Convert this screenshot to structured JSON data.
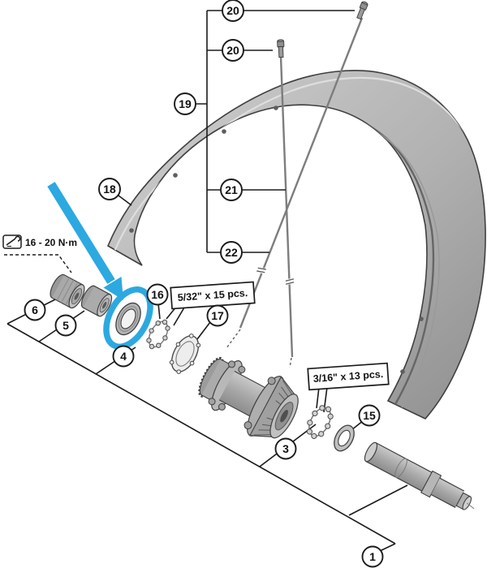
{
  "diagram": {
    "type": "exploded-parts-diagram",
    "torque_label": "16 - 20 N·m",
    "ball_spec_small": "5/32\" x 15 pcs.",
    "ball_spec_large": "3/16\" x 13 pcs.",
    "highlight_color": "#2CA9E1",
    "callouts": [
      {
        "id": "20-top",
        "label": "20"
      },
      {
        "id": "20-mid",
        "label": "20"
      },
      {
        "id": "19",
        "label": "19"
      },
      {
        "id": "18",
        "label": "18"
      },
      {
        "id": "21",
        "label": "21"
      },
      {
        "id": "22",
        "label": "22"
      },
      {
        "id": "16",
        "label": "16"
      },
      {
        "id": "17",
        "label": "17"
      },
      {
        "id": "6",
        "label": "6"
      },
      {
        "id": "5",
        "label": "5"
      },
      {
        "id": "4",
        "label": "4"
      },
      {
        "id": "3",
        "label": "3"
      },
      {
        "id": "15",
        "label": "15"
      },
      {
        "id": "1",
        "label": "1"
      }
    ]
  }
}
